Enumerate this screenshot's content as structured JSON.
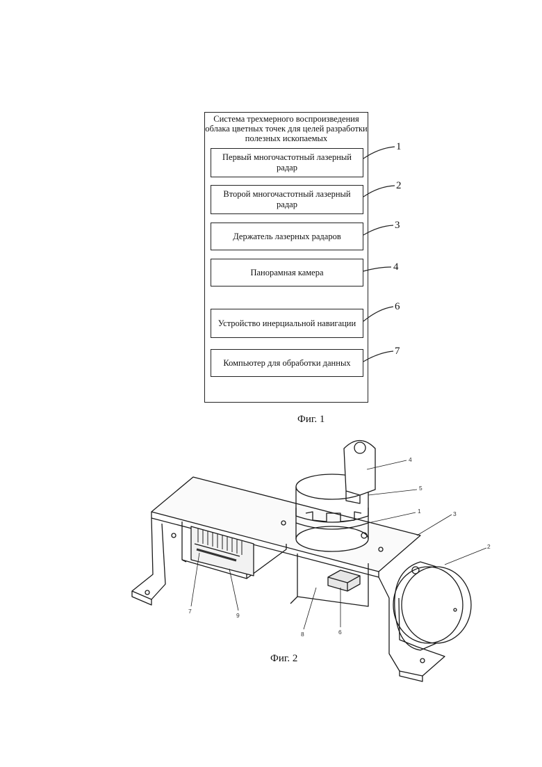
{
  "fig1": {
    "title": "Система трехмерного воспроизведения облака цветных точек для целей разработки полезных ископаемых",
    "blocks": [
      {
        "label": "Первый многочастотный лазерный радар",
        "num": "1"
      },
      {
        "label": "Второй многочастотный лазерный радар",
        "num": "2"
      },
      {
        "label": "Держатель лазерных радаров",
        "num": "3"
      },
      {
        "label": "Панорамная камера",
        "num": "4"
      },
      {
        "label": "Устройство инерциальной навигации",
        "num": "6"
      },
      {
        "label": "Компьютер для обработки данных",
        "num": "7"
      }
    ],
    "caption": "Фиг. 1"
  },
  "fig2": {
    "part_labels": [
      "4",
      "5",
      "1",
      "3",
      "2",
      "7",
      "9",
      "8",
      "6"
    ],
    "caption": "Фиг. 2"
  }
}
